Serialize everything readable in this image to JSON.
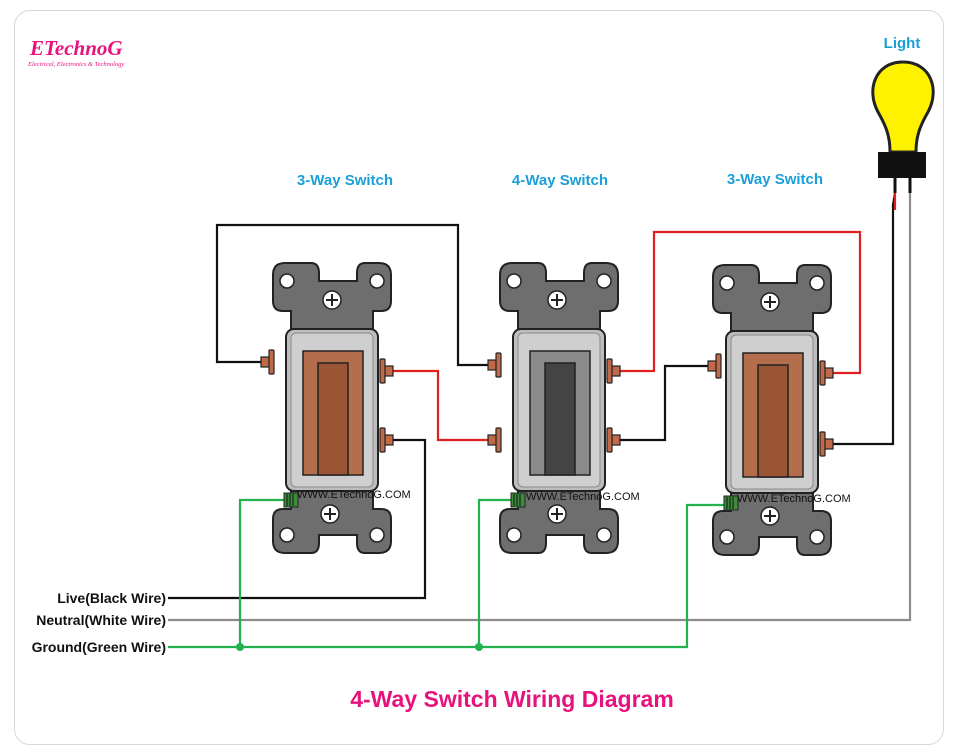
{
  "logo": {
    "name": "ETechnoG",
    "tagline": "Electrical, Electronics & Technology"
  },
  "light_label": "Light",
  "switches": [
    {
      "label": "3-Way Switch",
      "watermark": "WWW.ETechnoG.COM"
    },
    {
      "label": "4-Way Switch",
      "watermark": "WWW.ETechnoG.COM"
    },
    {
      "label": "3-Way Switch",
      "watermark": "WWW.ETechnoG.COM"
    }
  ],
  "wires": {
    "live": "Live(Black Wire)",
    "neutral": "Neutral(White Wire)",
    "ground": "Ground(Green Wire)"
  },
  "title": "4-Way Switch Wiring Diagram",
  "colors": {
    "title": "#e8127c",
    "labels": "#1a9fd9",
    "live_wire": "#111111",
    "traveler_red": "#e02020",
    "neutral_wire": "#8c8c8c",
    "ground_wire": "#22b14c",
    "bulb": "#fff200",
    "toggle_3way": "#b56e4b",
    "toggle_4way": "#444444"
  }
}
